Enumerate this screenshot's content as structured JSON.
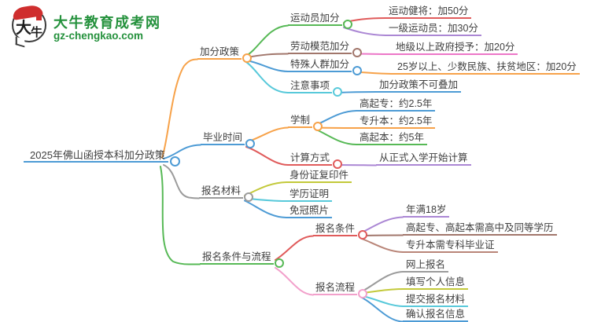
{
  "logo": {
    "icon_char_top": "大",
    "icon_char_bottom": "牛",
    "site_name": "大牛教育成考网",
    "site_url": "gz-chengkao.com"
  },
  "palette": {
    "brand_green": "#24913c",
    "brand_red": "#cf2e2e",
    "blue": "#4d9bd5",
    "orange": "#f7a249",
    "green": "#57b956",
    "red": "#e05b5b",
    "purple": "#ab87d4",
    "brown": "#a1766b",
    "brown_light": "#b98578",
    "magenta": "#ec77c8",
    "cyan": "#58c9da",
    "olive": "#c3c93a",
    "gray": "#9b9b9b",
    "pink": "#f2a0cb",
    "text": "#3f3f3f"
  },
  "mindmap": {
    "root": {
      "label": "2025年佛山函授本科加分政策",
      "color": "#4d9bd5"
    },
    "branches": [
      {
        "label": "加分政策",
        "color": "#f7a249",
        "children": [
          {
            "label": "运动员加分",
            "color": "#57b956",
            "children": [
              {
                "label": "运动健将：加50分",
                "color": "#e05b5b"
              },
              {
                "label": "一级运动员：加30分",
                "color": "#ab87d4"
              }
            ]
          },
          {
            "label": "劳动模范加分",
            "color": "#a1766b",
            "children": [
              {
                "label": "地级以上政府授予：加20分",
                "color": "#ec77c8"
              }
            ]
          },
          {
            "label": "特殊人群加分",
            "color": "#4d9bd5",
            "children": [
              {
                "label": "25岁以上、少数民族、扶贫地区：加20分",
                "color": "#f7a249"
              }
            ]
          },
          {
            "label": "注意事项",
            "color": "#58c9da",
            "children": [
              {
                "label": "加分政策不可叠加",
                "color": "#4d9bd5"
              }
            ]
          }
        ]
      },
      {
        "label": "毕业时间",
        "color": "#4d9bd5",
        "children": [
          {
            "label": "学制",
            "color": "#f7a249",
            "children": [
              {
                "label": "高起专：约2.5年",
                "color": "#4d9bd5"
              },
              {
                "label": "专升本：约2.5年",
                "color": "#f7a249"
              },
              {
                "label": "高起本：约5年",
                "color": "#57b956"
              }
            ]
          },
          {
            "label": "计算方式",
            "color": "#e05b5b",
            "children": [
              {
                "label": "从正式入学开始计算",
                "color": "#ab87d4"
              }
            ]
          }
        ]
      },
      {
        "label": "报名材料",
        "color": "#9b9b9b",
        "children": [
          {
            "label": "身份证复印件",
            "color": "#c3c93a"
          },
          {
            "label": "学历证明",
            "color": "#58c9da"
          },
          {
            "label": "免冠照片",
            "color": "#4d9bd5"
          }
        ]
      },
      {
        "label": "报名条件与流程",
        "color": "#57b956",
        "children": [
          {
            "label": "报名条件",
            "color": "#e05b5b",
            "children": [
              {
                "label": "年满18岁",
                "color": "#ab87d4"
              },
              {
                "label": "高起专、高起本需高中及同等学历",
                "color": "#a1766b"
              },
              {
                "label": "专升本需专科毕业证",
                "color": "#b98578"
              }
            ]
          },
          {
            "label": "报名流程",
            "color": "#f2a0cb",
            "children": [
              {
                "label": "网上报名",
                "color": "#9b9b9b"
              },
              {
                "label": "填写个人信息",
                "color": "#c3c93a"
              },
              {
                "label": "提交报名材料",
                "color": "#58c9da"
              },
              {
                "label": "确认报名信息",
                "color": "#4d9bd5"
              }
            ]
          }
        ]
      }
    ]
  }
}
